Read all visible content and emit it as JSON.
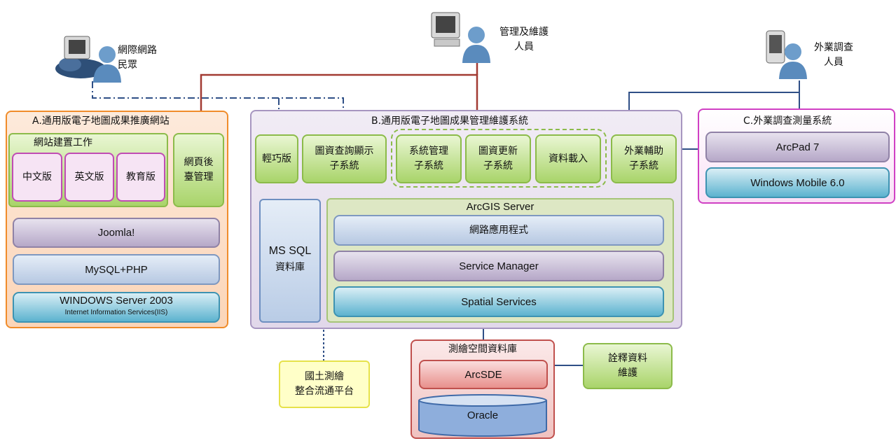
{
  "actors": {
    "public": "網際網路\n民眾",
    "admin": "管理及維護\n人員",
    "field": "外業調查\n人員"
  },
  "panel_a": {
    "title": "A.通用版電子地圖成果推廣網站",
    "site_work": "網站建置工作",
    "versions": [
      "中文版",
      "英文版",
      "教育版"
    ],
    "backend": "網頁後\n臺管理",
    "joomla": "Joomla!",
    "mysql": "MySQL+PHP",
    "windows": "WINDOWS Server 2003",
    "iis": "Internet Information Services(IIS)"
  },
  "panel_b": {
    "title": "B.通用版電子地圖成果管理維護系統",
    "lite": "輕巧版",
    "map_query": "圖資查詢顯示\n子系統",
    "sys_admin": "系統管理\n子系統",
    "map_update": "圖資更新\n子系統",
    "data_load": "資料載入",
    "field_aid": "外業輔助\n子系統",
    "ms_sql": "MS SQL",
    "ms_sql_db": "資料庫",
    "arcgis": "ArcGIS Server",
    "web_app": "網路應用程式",
    "service_manager": "Service Manager",
    "spatial_services": "Spatial Services"
  },
  "panel_c": {
    "title": "C.外業調查測量系統",
    "arcpad": "ArcPad 7",
    "winmobile": "Windows Mobile 6.0"
  },
  "spatial_db": {
    "title": "測繪空間資料庫",
    "arcsde": "ArcSDE",
    "oracle": "Oracle"
  },
  "annotation": "詮釋資料\n維護",
  "national_platform": "國土測繪\n整合流通平台",
  "colors": {
    "panel_a_border": "#f08c2a",
    "panel_a_fill": "#fde3cf",
    "panel_b_border": "#a796c0",
    "panel_b_fill": "#ece6f2",
    "panel_c_border": "#d040c4",
    "db_border": "#c0504d",
    "red_line": "#a23a32",
    "blue_line": "#2f4f86"
  }
}
